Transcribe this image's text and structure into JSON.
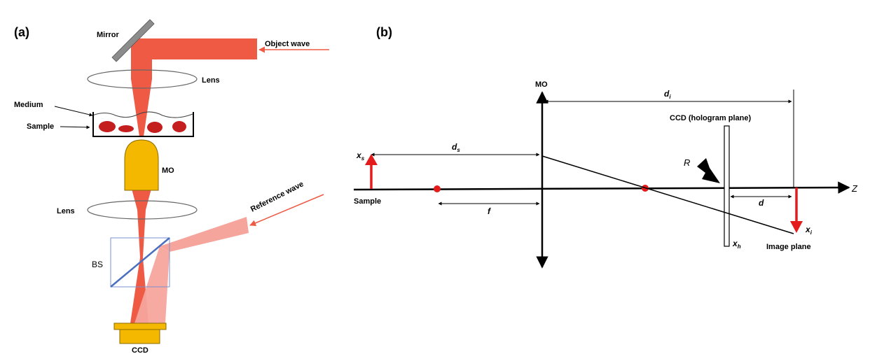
{
  "panels": {
    "a": "(a)",
    "b": "(b)"
  },
  "a": {
    "mirror": "Mirror",
    "object_wave": "Object wave",
    "lens_top": "Lens",
    "medium": "Medium",
    "sample": "Sample",
    "mo": "MO",
    "lens_bottom": "Lens",
    "reference_wave": "Reference wave",
    "bs": "BS",
    "ccd": "CCD"
  },
  "b": {
    "mo": "MO",
    "di": "d",
    "di_sub": "i",
    "ccd_plane": "CCD (hologram plane)",
    "ds": "d",
    "ds_sub": "s",
    "xs": "x",
    "xs_sub": "s",
    "r": "R",
    "z": "Z",
    "sample": "Sample",
    "f": "f",
    "d": "d",
    "xi": "x",
    "xi_sub": "i",
    "xh": "x",
    "xh_sub": "h",
    "image_plane": "Image plane"
  },
  "colors": {
    "beam": "#ef5a45",
    "ref_beam": "#f6a59c",
    "cell": "#c41e1e",
    "objective": "#f5b800",
    "bs_line": "#4a6fc0",
    "red_arrow": "#e31b1b",
    "mirror": "#8c8c8c"
  }
}
